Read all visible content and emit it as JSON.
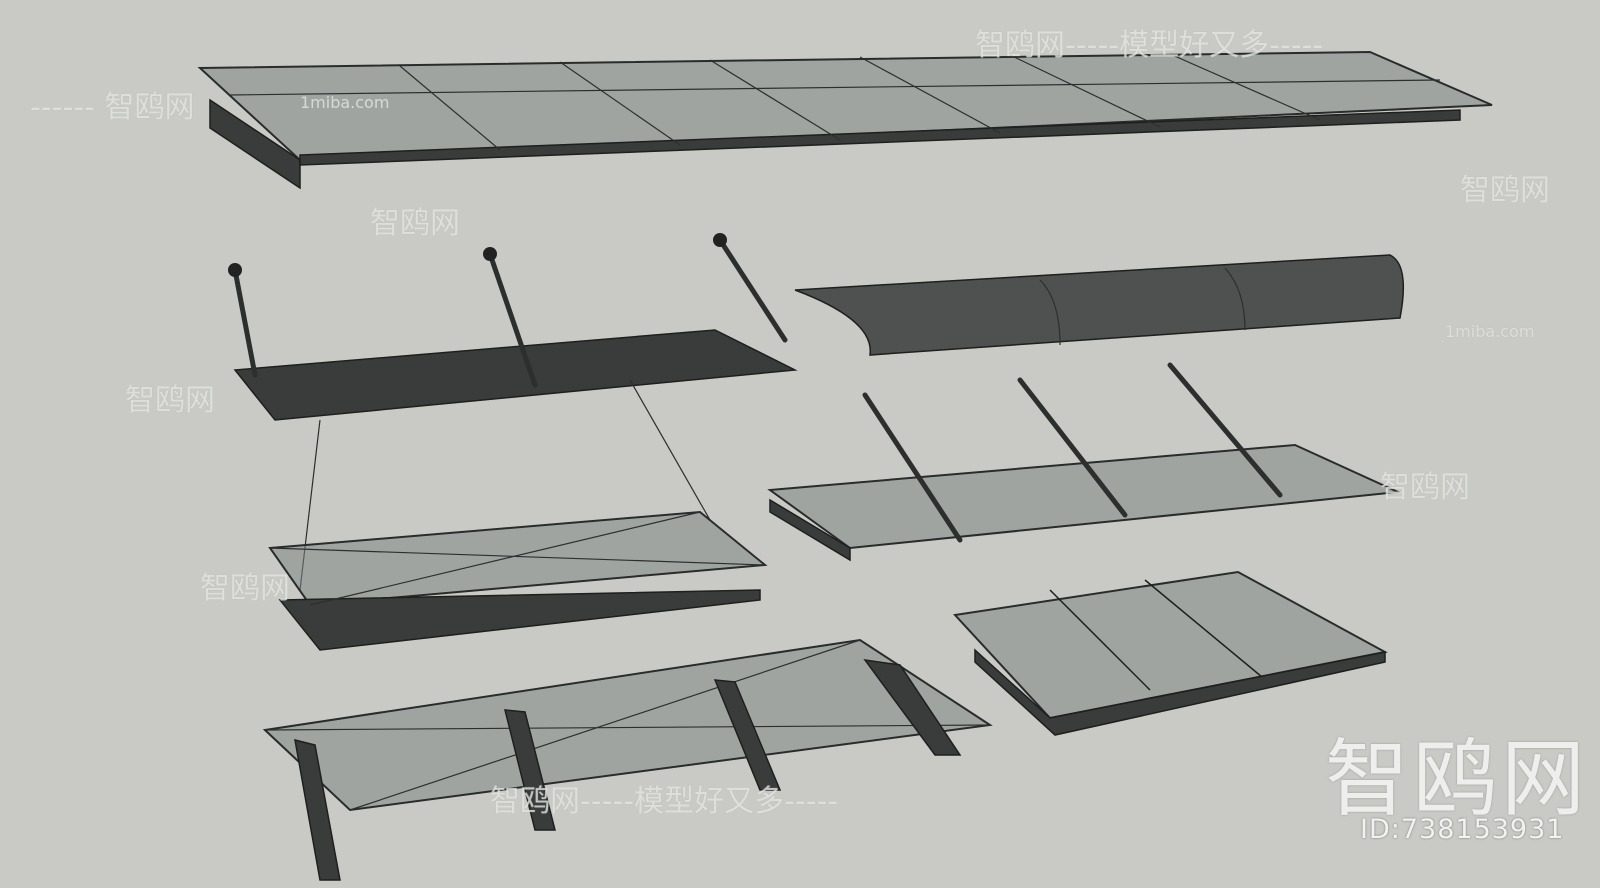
{
  "watermarks": {
    "brand_slogan": "智鸥网-----模型好又多-----",
    "brand": "智鸥网",
    "site": "1miba.com",
    "dashes_brand": "------ 智鸥网",
    "logo_large": "智鸥网",
    "id_label": "ID:738153931"
  },
  "background_color": "#c9cac5",
  "objects": [
    "flat-glass-canopy-long",
    "rod-supported-louver-canopy",
    "curved-polycarbonate-canopy",
    "rod-supported-glass-canopy",
    "point-fixed-glass-canopy",
    "sloped-framed-glass-canopy",
    "bracket-glass-canopy-large"
  ]
}
